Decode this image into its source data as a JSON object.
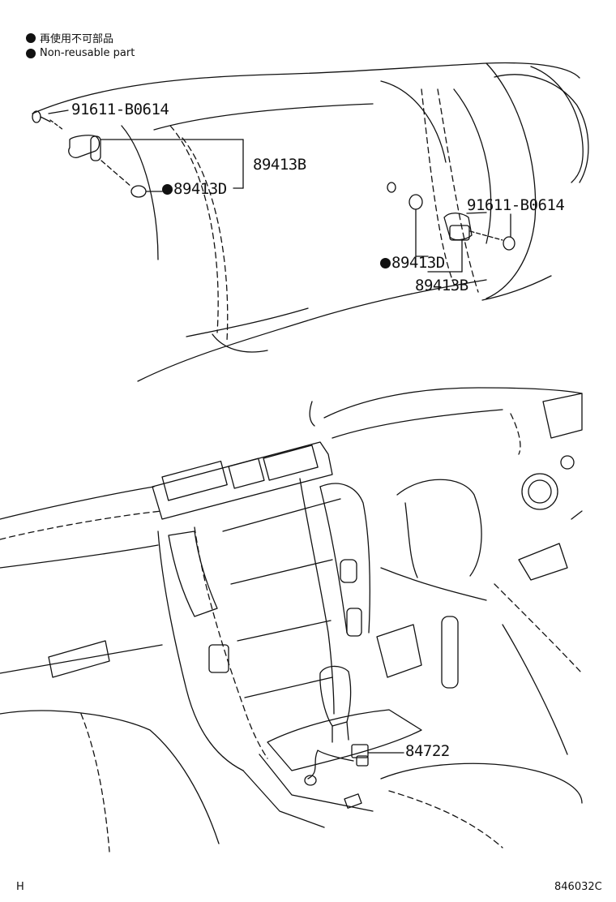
{
  "legend": {
    "jp": "再使用不可部品",
    "en": "Non-reusable part"
  },
  "callouts": {
    "bolt_upper_left": "91611-B0614",
    "sensor_left": "89413B",
    "oring_left": "89413D",
    "bolt_right": "91611-B0614",
    "oring_right": "89413D",
    "sensor_right": "89413B",
    "switch": "84722"
  },
  "footer": {
    "left_mark": "H",
    "code": "846032C"
  },
  "colors": {
    "line": "#111111",
    "background": "#ffffff"
  }
}
